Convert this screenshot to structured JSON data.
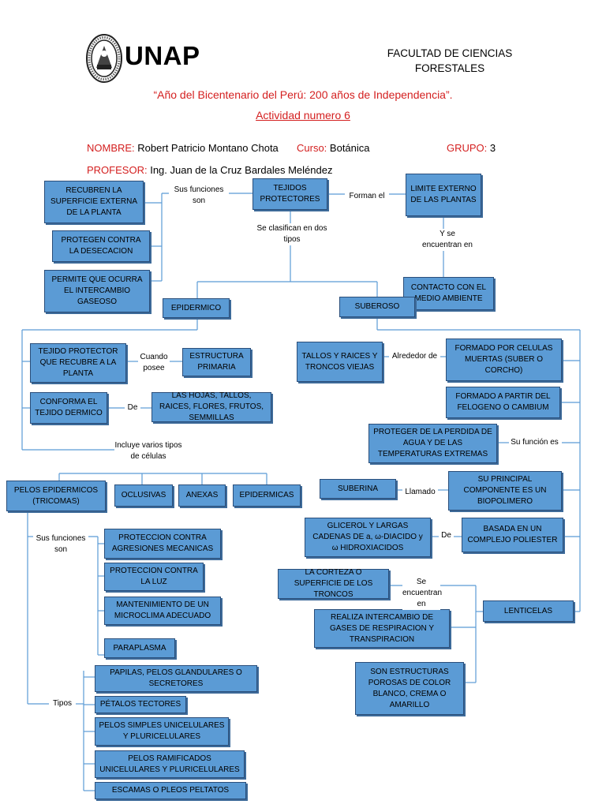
{
  "header": {
    "logo_text": "UNAP",
    "faculty_line1": "FACULTAD DE CIENCIAS",
    "faculty_line2": "FORESTALES",
    "motto": "“Año del Bicentenario del Perú: 200 años de Independencia”.",
    "activity": "Actividad numero 6"
  },
  "info": {
    "name_label": "NOMBRE:",
    "name_value": "Robert Patricio Montano Chota",
    "course_label": "Curso:",
    "course_value": "Botánica",
    "group_label": "GRUPO:",
    "group_value": "3",
    "teacher_label": "PROFESOR:",
    "teacher_value": "Ing. Juan de la Cruz Bardales Meléndez"
  },
  "nodes": {
    "recubren": "RECUBREN LA SUPERFICIE EXTERNA DE LA PLANTA",
    "protegen": "PROTEGEN CONTRA LA DESECACION",
    "permite": "PERMITE QUE OCURRA EL INTERCAMBIO GASEOSO",
    "tejidos": "TEJIDOS PROTECTORES",
    "limite": "LIMITE EXTERNO DE LAS PLANTAS",
    "contacto": "CONTACTO CON EL MEDIO AMBIENTE",
    "epidermico": "EPIDERMICO",
    "suberoso": "SUBEROSO",
    "tejido_protector": "TEJIDO PROTECTOR QUE RECUBRE A LA PLANTA",
    "estructura": "ESTRUCTURA PRIMARIA",
    "conforma": "CONFORMA EL TEJIDO DERMICO",
    "hojas": "LAS HOJAS, TALLOS, RAICES, FLORES, FRUTOS, SEMMILLAS",
    "pelos_epidermicos": "PELOS EPIDERMICOS (TRICOMAS)",
    "oclusivas": "OCLUSIVAS",
    "anexas": "ANEXAS",
    "epidermicas": "EPIDERMICAS",
    "proteccion_mec": "PROTECCION CONTRA AGRESIONES MECANICAS",
    "proteccion_luz": "PROTECCION CONTRA LA LUZ",
    "microclima": "MANTENIMIENTO DE UN MICROCLIMA ADECUADO",
    "paraplasma": "PARAPLASMA",
    "papilas": "PAPILAS, PELOS GLANDULARES O SECRETORES",
    "petalos": "PÉTALOS TECTORES",
    "pelos_simples": "PELOS SIMPLES UNICELULARES Y PLURICELULARES",
    "pelos_ramificados": "PELOS RAMIFICADOS UNICELULARES Y PLURICELULARES",
    "escamas": "ESCAMAS O PLEOS PELTATOS",
    "tallos": "TALLOS Y RAICES Y TRONCOS VIEJAS",
    "formado_celulas": "FORMADO POR CELULAS MUERTAS (SUBER O CORCHO)",
    "formado_felogeno": "FORMADO A PARTIR DEL FELOGENO O CAMBIUM",
    "proteger": "PROTEGER DE LA PERDIDA DE AGUA Y DE LAS TEMPERATURAS EXTREMAS",
    "suberina": "SUBERINA",
    "componente": "SU PRINCIPAL COMPONENTE ES UN BIOPOLIMERO",
    "glicerol": "GLICEROL Y LARGAS CADENAS DE a, ω-DIACIDO y ω HIDROXIACIDOS",
    "basada": "BASADA EN UN COMPLEJO POLIESTER",
    "corteza": "LA CORTEZA O SUPERFICIE DE LOS TRONCOS",
    "lenticelas": "LENTICELAS",
    "realiza": "REALIZA INTERCAMBIO DE GASES DE RESPIRACION Y TRANSPIRACION",
    "son_estructuras": "SON ESTRUCTURAS POROSAS DE COLOR BLANCO, CREMA O AMARILLO"
  },
  "labels": {
    "sus_funciones": "Sus funciones son",
    "forman_el": "Forman el",
    "clasifican": "Se clasifican en dos tipos",
    "y_se_encuentran": "Y se encuentran en",
    "cuando_posee": "Cuando posee",
    "de1": "De",
    "incluye": "Incluye varios tipos de células",
    "sus_funciones2": "Sus funciones son",
    "tipos": "Tipos",
    "alrededor": "Alrededor de",
    "su_funcion_es": "Su función es",
    "llamado": "Llamado",
    "de2": "De",
    "se_encuentran_en": "Se encuentran en"
  },
  "colors": {
    "box_fill": "#5b9bd5",
    "box_border": "#2a4e7a",
    "accent_red": "#d42020",
    "connector": "#5b9bd5"
  }
}
